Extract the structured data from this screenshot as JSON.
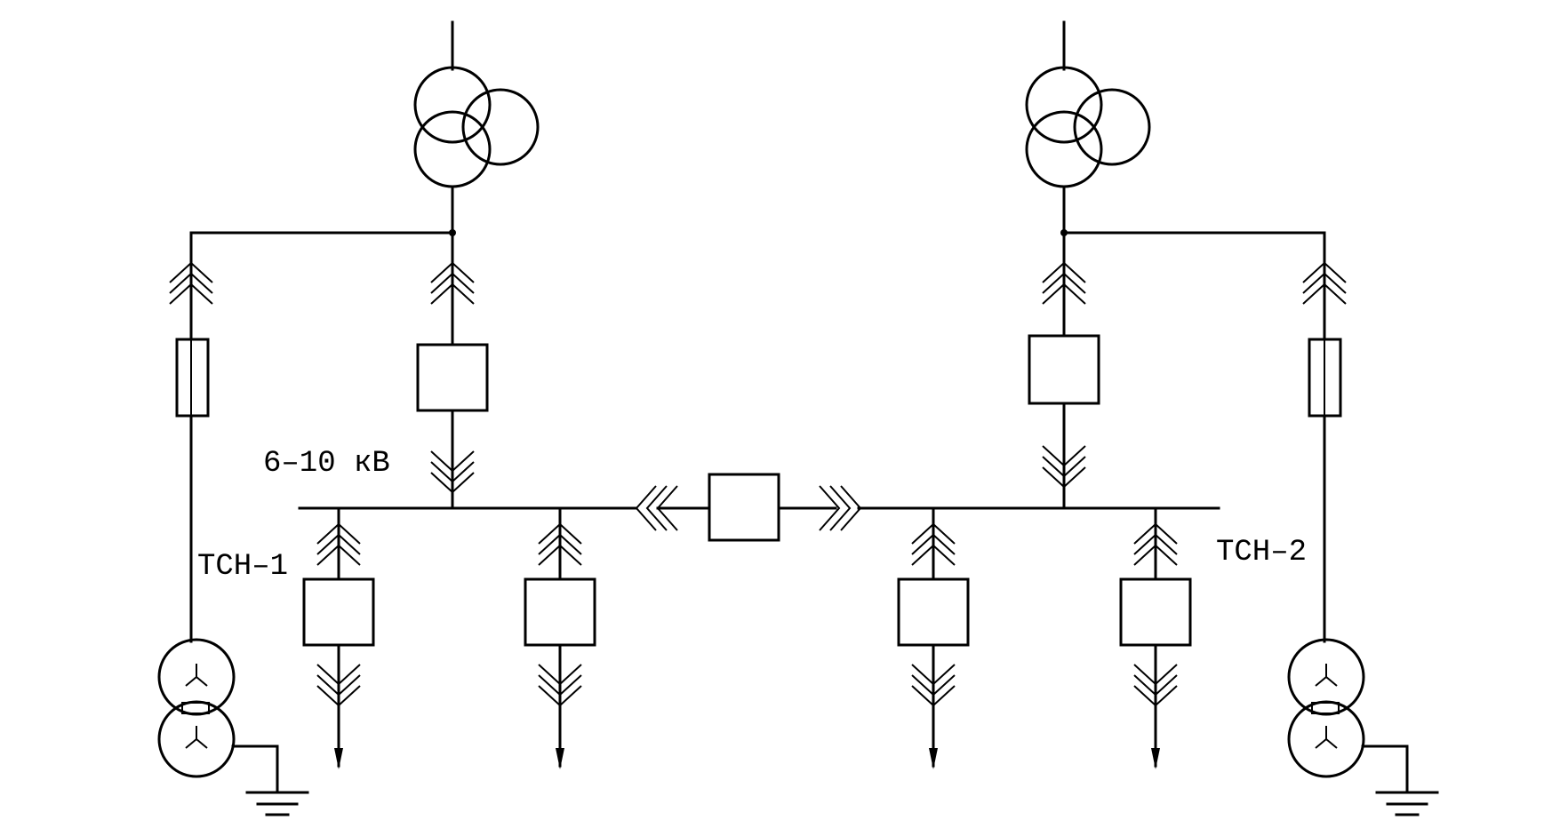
{
  "labels": {
    "bus_voltage": "6–10 кВ",
    "tsn_left": "ТСН–1",
    "tsn_right": "ТСН–2"
  },
  "colors": {
    "line": "#000000",
    "background": "#ffffff"
  }
}
